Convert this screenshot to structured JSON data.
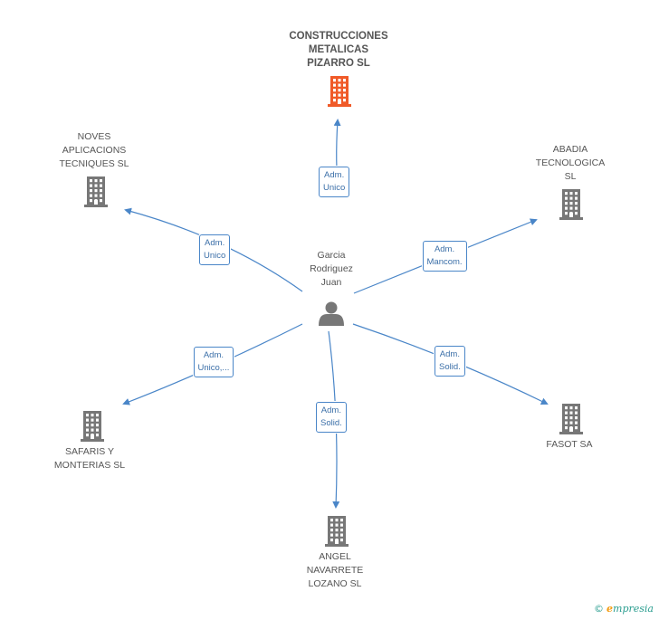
{
  "center": {
    "name": "Garcia\nRodriguez\nJuan",
    "icon": "person-icon"
  },
  "companies": [
    {
      "id": "construcciones",
      "name": "CONSTRUCCIONES\nMETALICAS\nPIZARRO SL",
      "highlight": true,
      "icon": "building-icon"
    },
    {
      "id": "noves",
      "name": "NOVES\nAPLICACIONS\nTECNIQUES SL",
      "highlight": false,
      "icon": "building-icon"
    },
    {
      "id": "abadia",
      "name": "ABADIA\nTECNOLOGICA\nSL",
      "highlight": false,
      "icon": "building-icon"
    },
    {
      "id": "safaris",
      "name": "SAFARIS Y\nMONTERIAS SL",
      "highlight": false,
      "icon": "building-icon"
    },
    {
      "id": "fasot",
      "name": "FASOT SA",
      "highlight": false,
      "icon": "building-icon"
    },
    {
      "id": "angel",
      "name": "ANGEL\nNAVARRETE\nLOZANO SL",
      "highlight": false,
      "icon": "building-icon"
    }
  ],
  "relations": [
    {
      "to": "construcciones",
      "label": "Adm.\nUnico"
    },
    {
      "to": "noves",
      "label": "Adm.\nUnico"
    },
    {
      "to": "abadia",
      "label": "Adm.\nMancom."
    },
    {
      "to": "safaris",
      "label": "Adm.\nUnico,..."
    },
    {
      "to": "fasot",
      "label": "Adm.\nSolid."
    },
    {
      "to": "angel",
      "label": "Adm.\nSolid."
    }
  ],
  "colors": {
    "edge": "#4a86c8",
    "highlight": "#f05a28",
    "node": "#777777"
  },
  "footer": {
    "copyright": "©",
    "brand_first": "e",
    "brand_rest": "mpresia"
  }
}
